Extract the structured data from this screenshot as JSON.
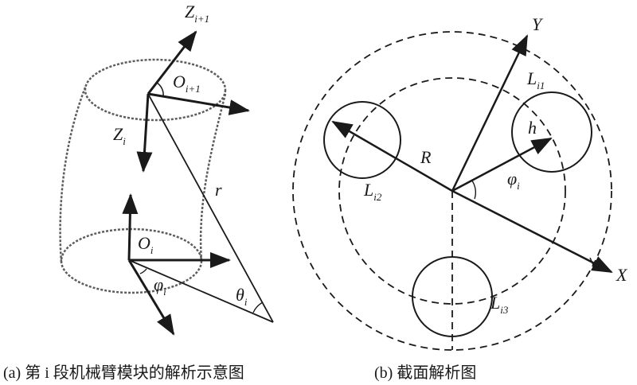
{
  "panel_a": {
    "caption": "(a) 第 i 段机械臂模块的解析示意图",
    "labels": {
      "z_top": "Z",
      "z_top_sub": "i+1",
      "o_top": "O",
      "o_top_sub": "i+1",
      "z_mid": "Z",
      "z_mid_sub": "i",
      "r": "r",
      "o_bot": "O",
      "o_bot_sub": "i",
      "phi": "φ",
      "phi_sub": "i",
      "theta": "θ",
      "theta_sub": "i"
    }
  },
  "panel_b": {
    "caption": "(b) 截面解析图",
    "labels": {
      "y": "Y",
      "x": "X",
      "R": "R",
      "L1": "L",
      "L1_sub": "i1",
      "L2": "L",
      "L2_sub": "i2",
      "L3": "L",
      "L3_sub": "i3",
      "h": "h",
      "phi": "φ",
      "phi_sub": "i"
    }
  },
  "colors": {
    "ink": "#1a1a1a",
    "background": "#ffffff"
  }
}
